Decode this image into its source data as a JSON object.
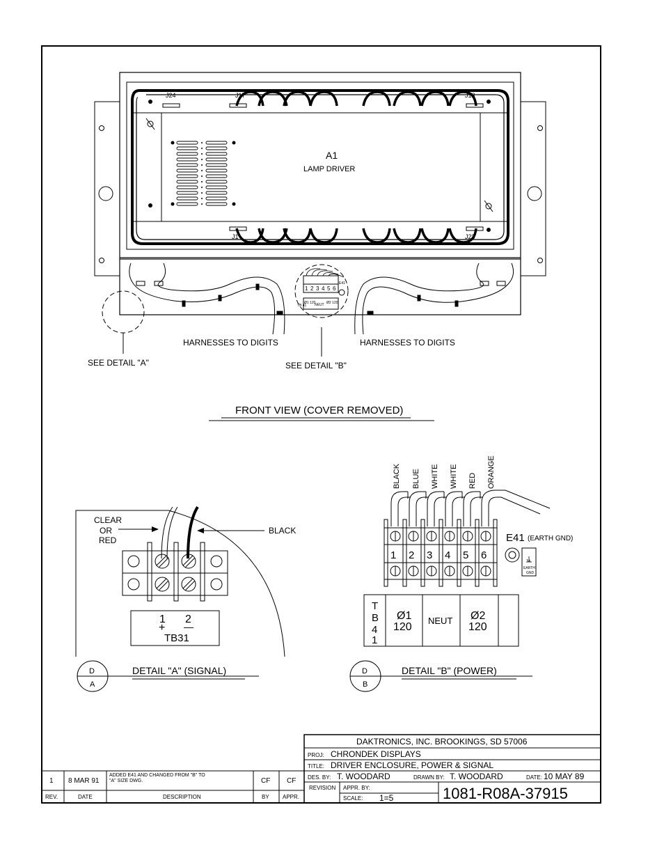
{
  "front_view": {
    "title": "FRONT VIEW (COVER REMOVED)",
    "board_ref": "A1",
    "board_name": "LAMP DRIVER",
    "connectors": [
      "J24",
      "J17",
      "J13",
      "J1",
      "J23"
    ],
    "harness_left": "HARNESSES TO DIGITS",
    "harness_right": "HARNESSES TO DIGITS",
    "see_detail_a": "SEE DETAIL \"A\"",
    "see_detail_b": "SEE DETAIL \"B\"",
    "mini_terminal_numbers": [
      "1",
      "2",
      "3",
      "4",
      "5",
      "6"
    ],
    "mini_phase1": "Ø1 120",
    "mini_neut": "NEUT",
    "mini_phase2": "Ø2 120",
    "mini_tb": "TB 41",
    "mini_earth": "E41"
  },
  "detail_a": {
    "label_clear": [
      "CLEAR",
      "OR",
      "RED"
    ],
    "label_black": "BLACK",
    "terminal_1": "1",
    "terminal_2": "2",
    "sign_plus": "+",
    "sign_minus": "—",
    "tb_label": "TB31",
    "bubble_top": "D",
    "bubble_bottom": "A",
    "title": "DETAIL \"A\" (SIGNAL)"
  },
  "detail_b": {
    "wire_colors": [
      "BLACK",
      "BLUE",
      "WHITE",
      "WHITE",
      "RED",
      "ORANGE"
    ],
    "terminal_numbers": [
      "1",
      "2",
      "3",
      "4",
      "5",
      "6"
    ],
    "earth_label": "E41",
    "earth_note": "(EARTH GND)",
    "earth_small": [
      "EARTH",
      "GND"
    ],
    "tb_letters": [
      "T",
      "B",
      "4",
      "1"
    ],
    "phase1": "Ø1",
    "phase1_v": "120",
    "neut": "NEUT",
    "phase2": "Ø2",
    "phase2_v": "120",
    "bubble_top": "D",
    "bubble_bottom": "B",
    "title": "DETAIL \"B\" (POWER)"
  },
  "title_block": {
    "company": "DAKTRONICS, INC.   BROOKINGS, SD 57006",
    "proj_label": "PROJ:",
    "proj": "CHRONDEK DISPLAYS",
    "title_label": "TITLE:",
    "title": "DRIVER ENCLOSURE, POWER & SIGNAL",
    "des_label": "DES. BY:",
    "des_by": "T. WOODARD",
    "drawn_label": "DRAWN BY:",
    "drawn_by": "T. WOODARD",
    "date_label": "DATE:",
    "date": "10 MAY 89",
    "revision_label": "REVISION",
    "appr_label": "APPR. BY:",
    "scale_label": "SCALE:",
    "scale": "1=5",
    "drawing_number": "1081-R08A-37915"
  },
  "revision_block": {
    "headers": [
      "REV.",
      "DATE",
      "DESCRIPTION",
      "BY",
      "APPR."
    ],
    "rows": [
      {
        "rev": "1",
        "date": "8 MAR 91",
        "description": [
          "ADDED E41 AND CHANGED FROM \"B\" TO",
          "\"A\" SIZE DWG."
        ],
        "by": "CF",
        "appr": "CF"
      }
    ]
  }
}
